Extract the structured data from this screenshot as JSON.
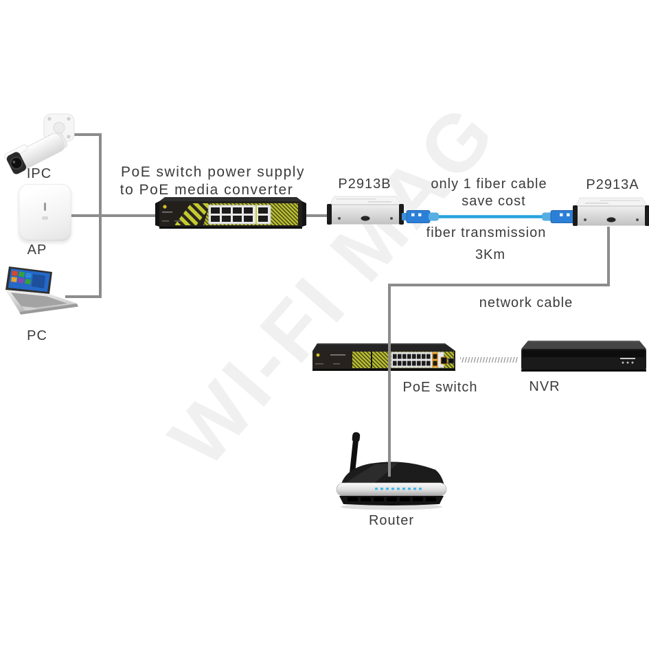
{
  "watermark": {
    "text": "WI-FI MAG"
  },
  "labels": {
    "ipc": "IPC",
    "ap": "AP",
    "pc": "PC",
    "poe_small_caption_1": "PoE switch power supply",
    "poe_small_caption_2": "to PoE media converter",
    "converter_b": "P2913B",
    "converter_a": "P2913A",
    "fiber_note_1": "only 1 fiber cable",
    "fiber_note_2": "save cost",
    "fiber_label_1": "fiber transmission",
    "fiber_label_2": "3Km",
    "network_cable": "network cable",
    "poe_switch": "PoE switch",
    "nvr": "NVR",
    "router": "Router"
  },
  "colors": {
    "connection_line": "#8c8c8c",
    "text": "#3b3b3b",
    "fiber_cable": "#27a3df",
    "fiber_connector": "#2b7fd6",
    "switch_yellow": "#bfc72e",
    "watermark": "#eaeaea"
  }
}
